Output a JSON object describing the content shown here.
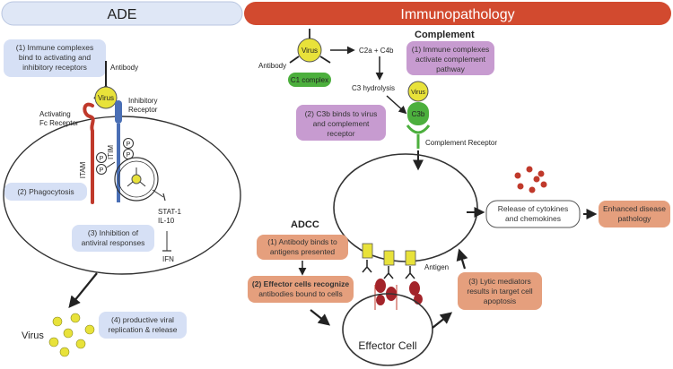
{
  "headers": {
    "left": "ADE",
    "right": "Immunopathology"
  },
  "ade": {
    "box1": [
      "(1) Immune complexes",
      "bind to activating and",
      "inhibitory receptors"
    ],
    "antibody": "Antibody",
    "virus": "Virus",
    "activating": [
      "Activating",
      "Fc Receptor"
    ],
    "inhibitory": [
      "Inhibitory",
      "Receptor"
    ],
    "itam": "ITAM",
    "itim": "ITIM",
    "p": "P",
    "phagocytosis": "(2) Phagocytosis",
    "stat": [
      "STAT-1",
      "IL-10"
    ],
    "box3": [
      "(3) Inhibition of",
      "antiviral responses"
    ],
    "ifn": "IFN",
    "virus_label": "Virus",
    "box4": [
      "(4) productive viral",
      "replication & release"
    ]
  },
  "complement": {
    "title": "Complement",
    "virus": "Virus",
    "antibody": "Antibody",
    "c1": "C1 complex",
    "c2c4": "C2a + C4b",
    "c3hydro": "C3 hydrolysis",
    "box1": [
      "(1) Immune complexes",
      "activate complement",
      "pathway"
    ],
    "box2": [
      "(2) C3b binds to virus",
      "and complement",
      "receptor"
    ],
    "virus2": "Virus",
    "c3b": "C3b",
    "receptor": "Complement Receptor",
    "release": [
      "Release of cytokines",
      "and chemokines"
    ],
    "enhanced": [
      "Enhanced disease",
      "pathology"
    ]
  },
  "adcc": {
    "title": "ADCC",
    "box1": [
      "(1) Antibody binds to",
      "antigens presented"
    ],
    "box2": [
      "(2) Effector cells recognize",
      "antibodies bound to cells"
    ],
    "box3": [
      "(3) Lytic mediators",
      "results in target cell",
      "apoptosis"
    ],
    "antigen": "Antigen",
    "effector": "Effector Cell"
  },
  "colors": {
    "blue_box": "#d6e0f5",
    "purple_box": "#c79bd0",
    "orange_box": "#e59f7d",
    "header_blue": "#dfe7f6",
    "header_red": "#d24a2f",
    "virus_yellow": "#e8e23a",
    "green": "#4caf3d",
    "red_receptor": "#c0392b",
    "blue_receptor": "#4a6fb5"
  }
}
